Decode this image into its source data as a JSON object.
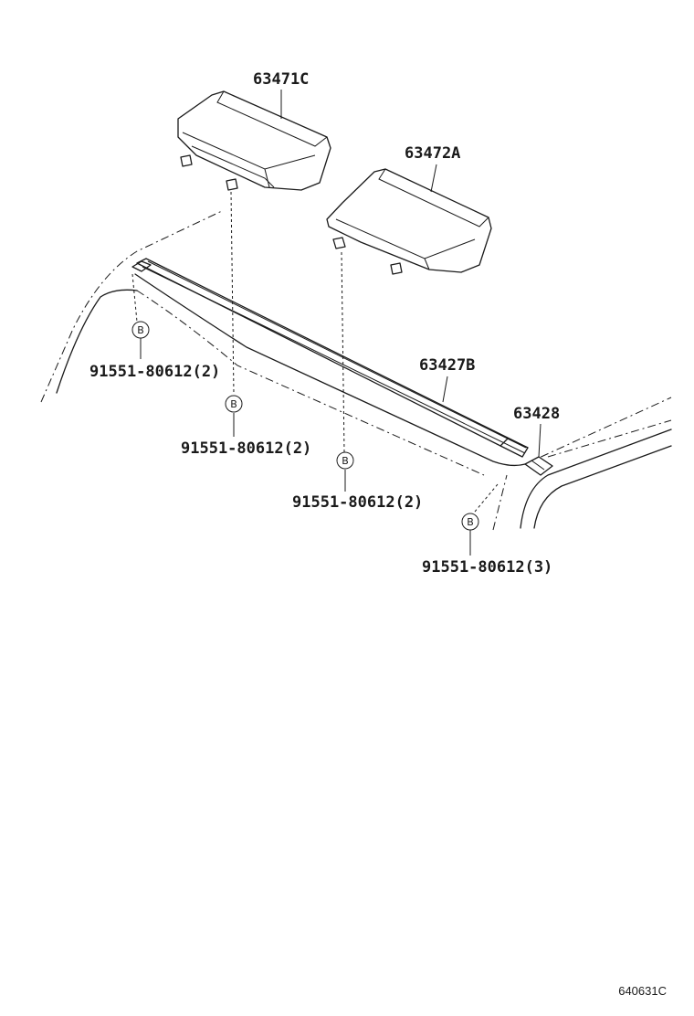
{
  "parts": {
    "upper_lamp_cover": "63471C",
    "lower_lamp_cover": "63472A",
    "roof_rail": "63427B",
    "end_cap": "63428"
  },
  "fasteners": {
    "callout_1": "91551-80612(2)",
    "callout_2": "91551-80612(2)",
    "callout_3": "91551-80612(2)",
    "callout_4": "91551-80612(3)",
    "marker_letter": "B"
  },
  "diagram_code": "640631C"
}
